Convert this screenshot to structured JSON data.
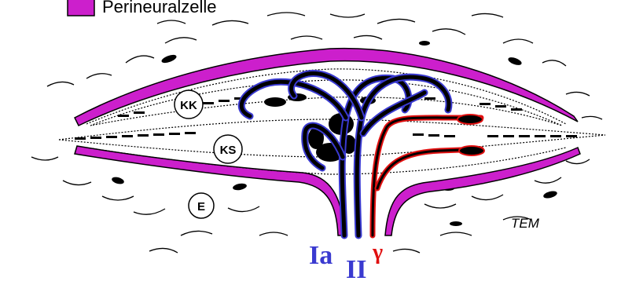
{
  "legend": {
    "label": "Perineuralzelle",
    "swatch_color": "#cc1fcc"
  },
  "labels": {
    "kk": "KK",
    "ks": "KS",
    "e": "E",
    "tem": "TEM",
    "ia": "Ia",
    "ii": "II",
    "gamma": "γ"
  },
  "colors": {
    "perineural": "#cc1fcc",
    "ia_fiber": "#3a3ad0",
    "ii_fiber": "#2a2aa8",
    "gamma_fiber": "#e01010",
    "outline": "#000000"
  }
}
